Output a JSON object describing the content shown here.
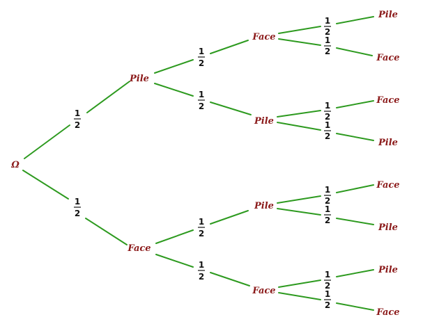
{
  "colors": {
    "branch": "#2d9a1f",
    "label": "#8b1a1a",
    "fraction": "#111111"
  },
  "tree": {
    "root": {
      "label": "Ω"
    },
    "level1": [
      {
        "label": "Pile",
        "prob": {
          "num": "1",
          "den": "2"
        }
      },
      {
        "label": "Face",
        "prob": {
          "num": "1",
          "den": "2"
        }
      }
    ],
    "level2": [
      {
        "label": "Face",
        "prob": {
          "num": "1",
          "den": "2"
        }
      },
      {
        "label": "Pile",
        "prob": {
          "num": "1",
          "den": "2"
        }
      },
      {
        "label": "Pile",
        "prob": {
          "num": "1",
          "den": "2"
        }
      },
      {
        "label": "Face",
        "prob": {
          "num": "1",
          "den": "2"
        }
      }
    ],
    "level3": [
      {
        "label": "Pile",
        "prob": {
          "num": "1",
          "den": "2"
        }
      },
      {
        "label": "Face",
        "prob": {
          "num": "1",
          "den": "2"
        }
      },
      {
        "label": "Face",
        "prob": {
          "num": "1",
          "den": "2"
        }
      },
      {
        "label": "Pile",
        "prob": {
          "num": "1",
          "den": "2"
        }
      },
      {
        "label": "Face",
        "prob": {
          "num": "1",
          "den": "2"
        }
      },
      {
        "label": "Pile",
        "prob": {
          "num": "1",
          "den": "2"
        }
      },
      {
        "label": "Pile",
        "prob": {
          "num": "1",
          "den": "2"
        }
      },
      {
        "label": "Face",
        "prob": {
          "num": "1",
          "den": "2"
        }
      }
    ]
  }
}
